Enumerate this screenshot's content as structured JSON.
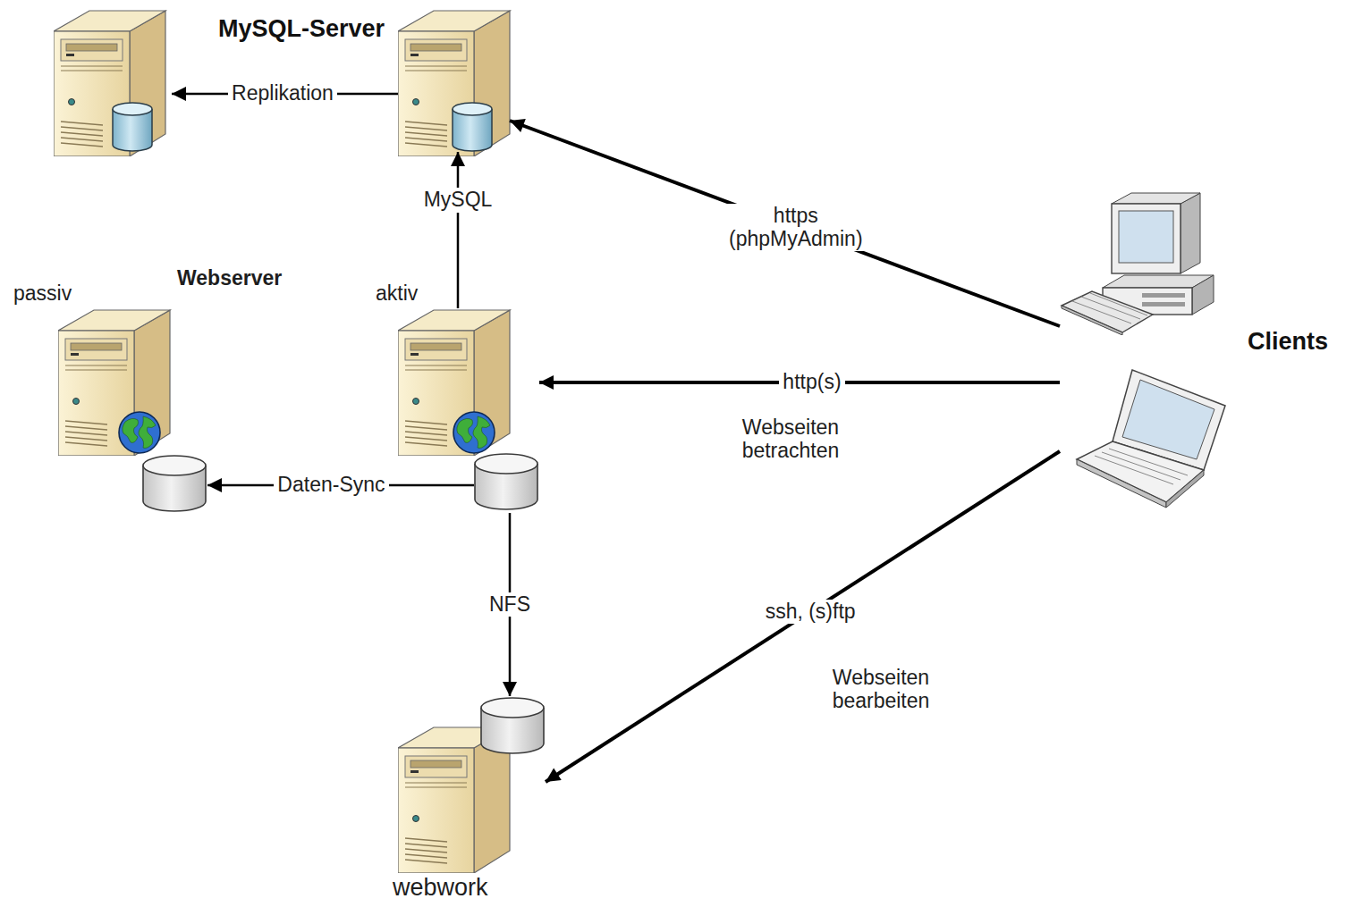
{
  "diagram": {
    "nodes": [
      {
        "text": [
          "MySQL-Server"
        ]
      },
      {
        "text": [
          "passiv"
        ]
      },
      {
        "text": [
          "aktiv"
        ]
      },
      {
        "text": [
          "webwork"
        ]
      },
      {
        "text": [
          "Clients"
        ]
      }
    ],
    "edges": [
      {
        "from": 2,
        "to": 0,
        "label": "MySQL",
        "arrow": "to"
      },
      {
        "from": 2,
        "to": 1,
        "label": "Daten-Sync",
        "arrow": "to"
      },
      {
        "from": 2,
        "to": 3,
        "label": "NFS",
        "arrow": "to"
      },
      {
        "from": 4,
        "to": 0,
        "label": "https (phpMyAdmin)",
        "arrow": "to"
      },
      {
        "from": 4,
        "to": 2,
        "label": "http(s)",
        "arrow": "to"
      },
      {
        "from": 4,
        "to": 3,
        "label": "ssh, (s)ftp",
        "arrow": "to"
      }
    ],
    "labels": [
      "Replikation",
      "Webserver",
      "Webseiten betrachten",
      "Webseiten bearbeiten"
    ]
  }
}
